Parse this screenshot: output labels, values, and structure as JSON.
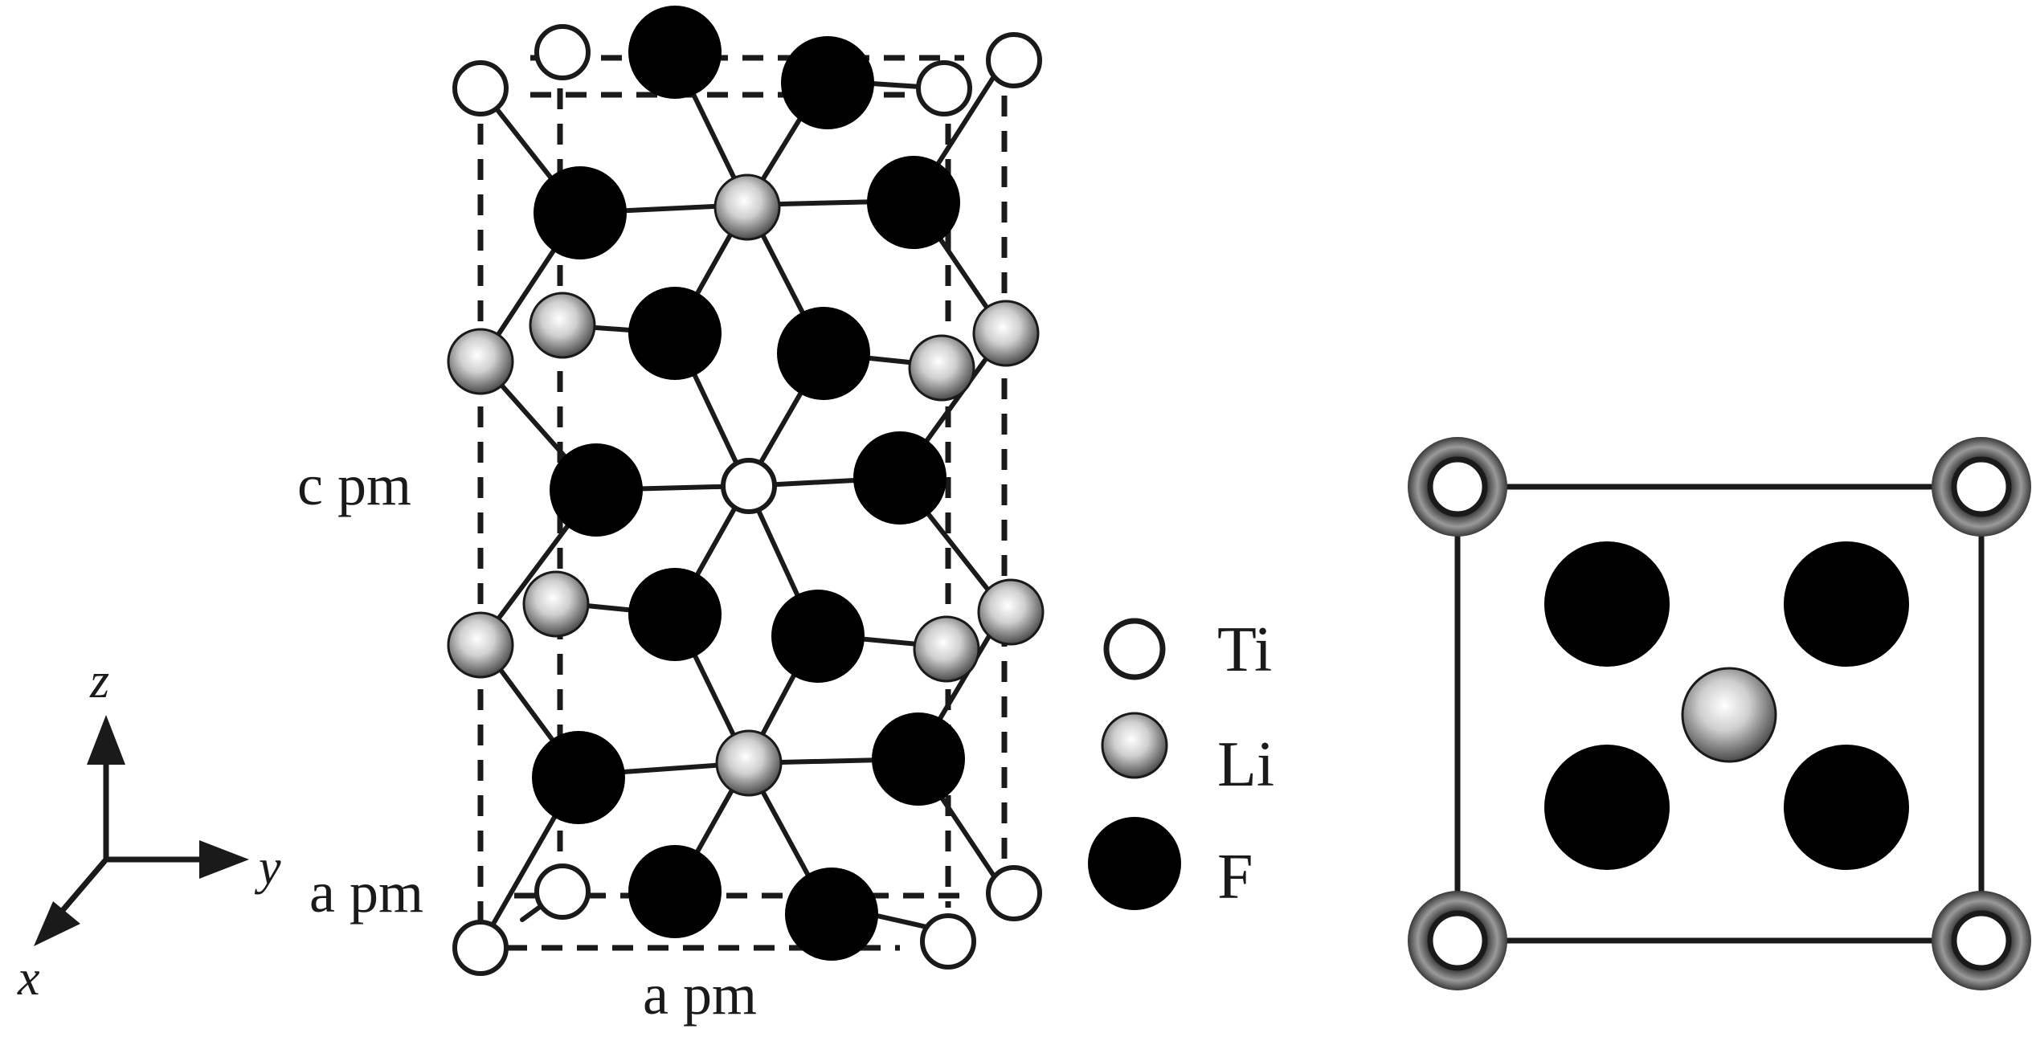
{
  "diagram": {
    "left_view": {
      "c_label": "c pm",
      "a_label_side": "a pm",
      "a_label_bottom": "a pm"
    },
    "axes": {
      "z": "z",
      "y": "y",
      "x": "x"
    },
    "legend": [
      {
        "symbol": "ti",
        "label": "Ti"
      },
      {
        "symbol": "li",
        "label": "Li"
      },
      {
        "symbol": "f",
        "label": "F"
      }
    ],
    "colors": {
      "ink": "#1a1a1a",
      "atom_f": "#000000",
      "atom_ti": "#ffffff",
      "li_highlight": "#ffffff",
      "li_shadow": "#555555"
    }
  }
}
